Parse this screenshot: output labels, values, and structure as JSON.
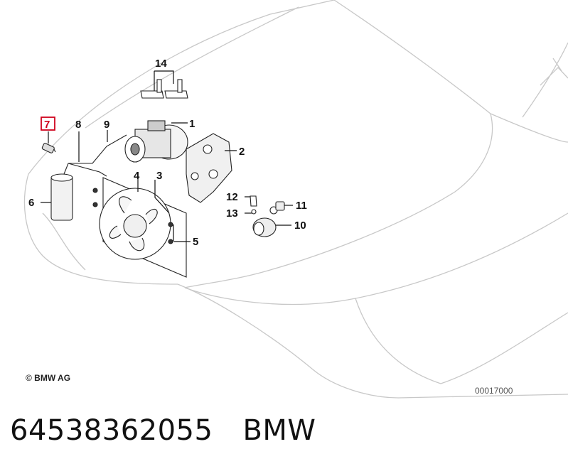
{
  "callouts": {
    "p1": "1",
    "p2": "2",
    "p3": "3",
    "p4": "4",
    "p5": "5",
    "p6": "6",
    "p7": "7",
    "p8": "8",
    "p9": "9",
    "p10": "10",
    "p11": "11",
    "p12": "12",
    "p13": "13",
    "p14": "14"
  },
  "highlighted_part": "7",
  "highlight_color": "#d0021b",
  "copyright": "© BMW AG",
  "diagram_id": "00017000",
  "caption": {
    "part_number": "64538362055",
    "brand": "BMW"
  }
}
